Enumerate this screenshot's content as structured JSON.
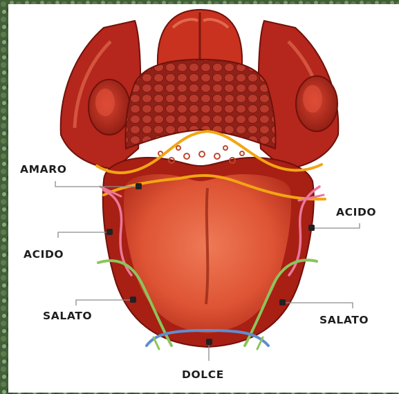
{
  "labels": {
    "amaro": "AMARO",
    "acido_left": "ACIDO",
    "acido_right": "ACIDO",
    "salato_left": "SALATO",
    "salato_right": "SALATO",
    "dolce": "DOLCE"
  },
  "colors": {
    "tongue": "#d8492e",
    "tongue_dark": "#9e1d14",
    "papillae": "#a52a20",
    "bitter_line": "#f2a514",
    "sour_line": "#e9789a",
    "salty_line": "#8bc55a",
    "sweet_line": "#5f8ecf",
    "marker": "#222222"
  },
  "icons": {
    "tongue": "tongue-anatomy-illustration"
  }
}
